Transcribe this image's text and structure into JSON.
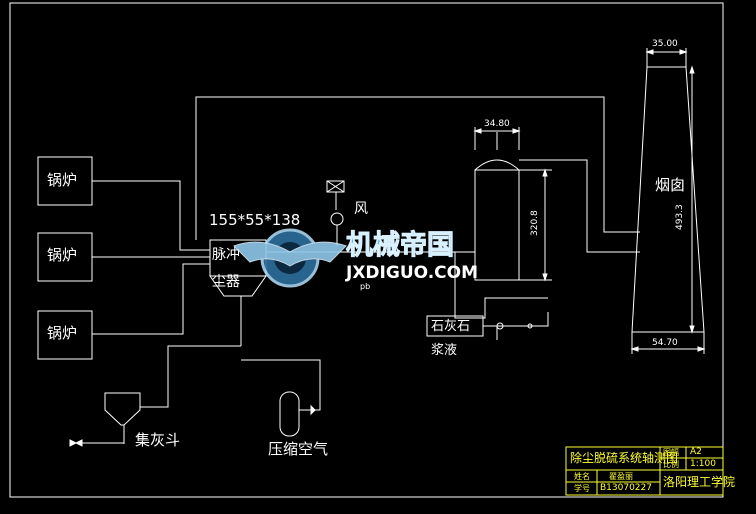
{
  "diagram": {
    "boilers": [
      "锅炉",
      "锅炉",
      "锅炉"
    ],
    "chimney_label": "烟囱",
    "precipitator_label_1": "脉冲",
    "precipitator_label_2": "尘器",
    "fan_label": "风",
    "limestone_label": "石灰石",
    "slurry_label": "浆液",
    "ash_hopper_label": "集灰斗",
    "compressed_air_label": "压缩空气",
    "precipitator_size": "155*55*138",
    "pump_label": "pb"
  },
  "dimensions": {
    "chimney_top": "35.00",
    "chimney_bottom": "54.70",
    "chimney_height": "493.3",
    "tower_width": "34.80",
    "tower_height": "320.8"
  },
  "title_block": {
    "drawing_title": "除尘脱硫系统轴测图",
    "scale_key": "比例",
    "scale_value": "1:100",
    "sheet_key": "图幅",
    "sheet_value": "A2",
    "name_key": "姓名",
    "name_value": "翟盈丽",
    "id_key": "学号",
    "id_value": "B13070227",
    "school": "洛阳理工学院"
  },
  "watermark": {
    "cn": "机械帝国",
    "en": "JXDIGUO.COM"
  }
}
